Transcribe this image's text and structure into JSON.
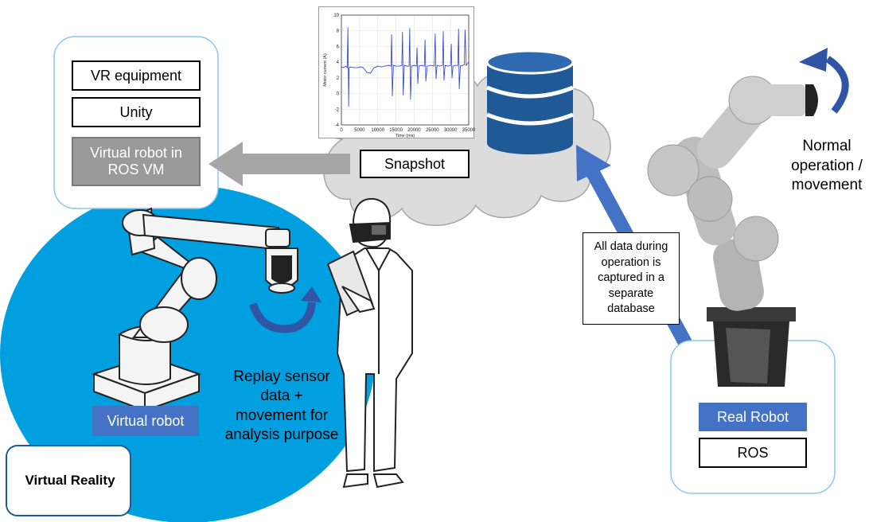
{
  "ui_boxes": {
    "vr_equipment": "VR equipment",
    "unity": "Unity",
    "virtual_robot_ros_vm": "Virtual robot in ROS VM",
    "snapshot": "Snapshot",
    "virtual_robot": "Virtual robot",
    "real_robot": "Real Robot",
    "ros": "ROS",
    "virtual_reality": "Virtual Reality"
  },
  "annotations": {
    "database_note": "All data during operation is captured in a separate database",
    "normal_operation": "Normal operation / movement",
    "replay": "Replay sensor data + movement for analysis purpose"
  },
  "colors": {
    "vr_circle": "#00a0e0",
    "database": "#1f5a96",
    "blue_box": "#4472c4",
    "arrow_blue": "#4472c4",
    "arrow_gray": "#a6a6a6",
    "panel_border": "#8cc8ea",
    "cloud": "#dcdcdc"
  },
  "icons": [
    "database-icon",
    "cloud-icon",
    "real-robot-arm-icon",
    "virtual-robot-arm-icon",
    "engineer-with-vr-headset-icon",
    "rotation-arrow-icon"
  ],
  "chart_data": {
    "type": "line",
    "title": "",
    "xlabel": "Time (ms)",
    "ylabel": "Motor current (A)",
    "xlim": [
      0,
      35000
    ],
    "ylim": [
      -4,
      10
    ],
    "xticks": [
      0,
      5000,
      10000,
      15000,
      20000,
      25000,
      30000,
      35000
    ],
    "yticks": [
      -4,
      -2,
      0,
      2,
      4,
      6,
      8,
      10
    ],
    "series": [
      {
        "name": "",
        "x": [
          0,
          600,
          1200,
          1600,
          1800,
          2000,
          2100,
          2400,
          3500,
          4500,
          5200,
          6000,
          7000,
          8000,
          9000,
          9600,
          10000,
          11000,
          12000,
          13000,
          13600,
          13800,
          14000,
          14300,
          15000,
          16000,
          16600,
          16800,
          17000,
          17300,
          18000,
          18600,
          18800,
          19000,
          19300,
          20000,
          20600,
          20800,
          21000,
          21300,
          22000,
          22800,
          23000,
          23200,
          23600,
          24500,
          25500,
          25800,
          26000,
          26300,
          27000,
          27800,
          28000,
          28200,
          28500,
          29200,
          30000,
          30200,
          30400,
          30700,
          31400,
          32000,
          32200,
          32400,
          32700,
          33400,
          33800,
          34000,
          34300,
          35000
        ],
        "y": [
          3.4,
          3.3,
          3.5,
          3.3,
          8.4,
          -1.6,
          3.2,
          3.4,
          3.3,
          3.3,
          3.4,
          3.3,
          2.7,
          2.6,
          3.3,
          3.4,
          3.5,
          3.4,
          3.5,
          3.6,
          3.5,
          7.5,
          -0.3,
          3.6,
          3.5,
          3.5,
          3.6,
          7.8,
          -0.2,
          3.6,
          3.5,
          3.5,
          8.3,
          -0.7,
          3.5,
          3.6,
          3.5,
          5.8,
          1.3,
          3.5,
          3.6,
          3.5,
          6.8,
          1.6,
          3.5,
          3.6,
          3.5,
          7.6,
          1.9,
          3.6,
          3.5,
          3.6,
          7.9,
          1.7,
          3.6,
          3.5,
          3.6,
          6.3,
          2.0,
          3.5,
          3.6,
          3.6,
          8.2,
          0.6,
          3.5,
          3.6,
          3.7,
          8.1,
          3.6,
          4.0
        ]
      }
    ],
    "grid": true,
    "legend": "none"
  }
}
